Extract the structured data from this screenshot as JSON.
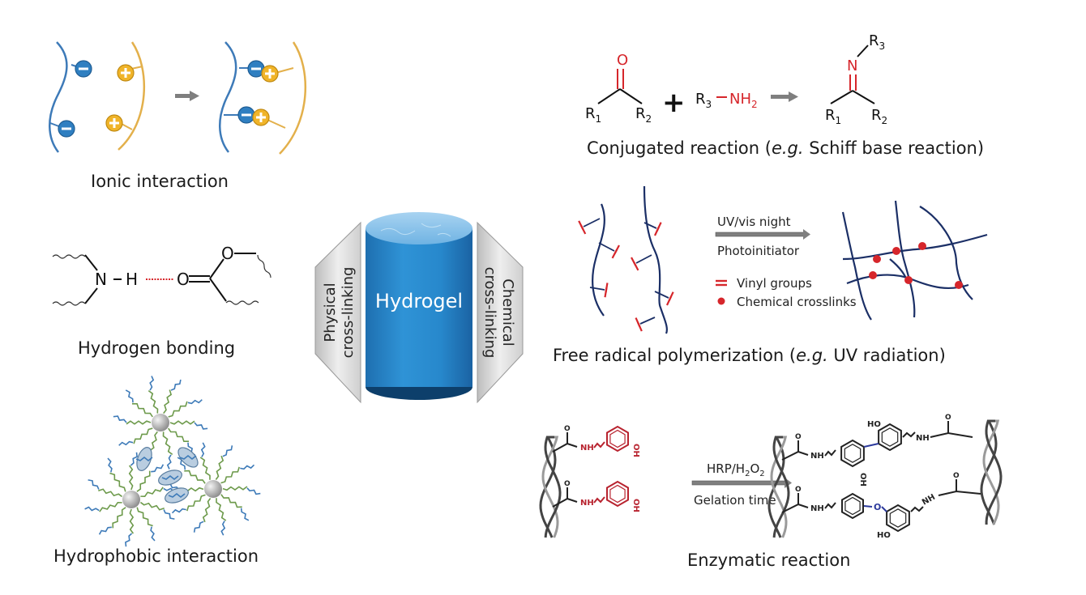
{
  "center": {
    "title": "Hydrogel",
    "left_panel": [
      "Physical",
      "cross-linking"
    ],
    "right_panel": [
      "Chemical",
      "cross-linking"
    ]
  },
  "physical": {
    "ionic": {
      "caption": "Ionic interaction",
      "negative_sign": "−",
      "positive_sign": "+"
    },
    "hbond": {
      "caption": "Hydrogen bonding",
      "atoms": {
        "n": "N",
        "h": "H",
        "o_carbonyl": "O",
        "o_ester": "O"
      }
    },
    "hydrophobic": {
      "caption": "Hydrophobic interaction"
    }
  },
  "chemical": {
    "schiff": {
      "caption_pre": "Conjugated reaction (",
      "caption_italic": "e.g.",
      "caption_post": " Schiff base reaction)",
      "reactant1": {
        "o": "O",
        "r1": "R",
        "r1_sub": "1",
        "r2": "R",
        "r2_sub": "2"
      },
      "plus": "+",
      "reactant2": {
        "r3": "R",
        "r3_sub": "3",
        "group": "NH",
        "group_sub": "2"
      },
      "product": {
        "n": "N",
        "r3": "R",
        "r3_sub": "3",
        "r1": "R",
        "r1_sub": "1",
        "r2": "R",
        "r2_sub": "2"
      }
    },
    "radical": {
      "caption_pre": "Free radical polymerization (",
      "caption_italic": "e.g.",
      "caption_post": " UV radiation)",
      "arrow_top": "UV/vis night",
      "arrow_bottom": "Photoinitiator",
      "legend": [
        {
          "symbol": "vinyl",
          "label": "Vinyl groups"
        },
        {
          "symbol": "crosslink",
          "label": "Chemical crosslinks"
        }
      ]
    },
    "enzymatic": {
      "caption": "Enzymatic reaction",
      "arrow_top_pre": "HRP/H",
      "arrow_top_sub1": "2",
      "arrow_top_mid": "O",
      "arrow_top_sub2": "2",
      "arrow_bottom": "Gelation time",
      "labels": {
        "nh": "NH",
        "oh": "OH",
        "ho": "HO",
        "o": "O"
      }
    }
  },
  "colors": {
    "blue_chain": "#3d7ab8",
    "negative_ion": "#2f7fc1",
    "positive_ion": "#f0b429",
    "orange_chain": "#e3b04b",
    "red": "#d6262b",
    "navy": "#1b2f66",
    "green": "#6d9a4b",
    "gray_arrow": "#7f7f7f",
    "hydrogel": "#2e8fd4",
    "panel_gray": "#d8d8d8",
    "mol_red": "#b8232f",
    "link_blue": "#2c3a9c"
  }
}
